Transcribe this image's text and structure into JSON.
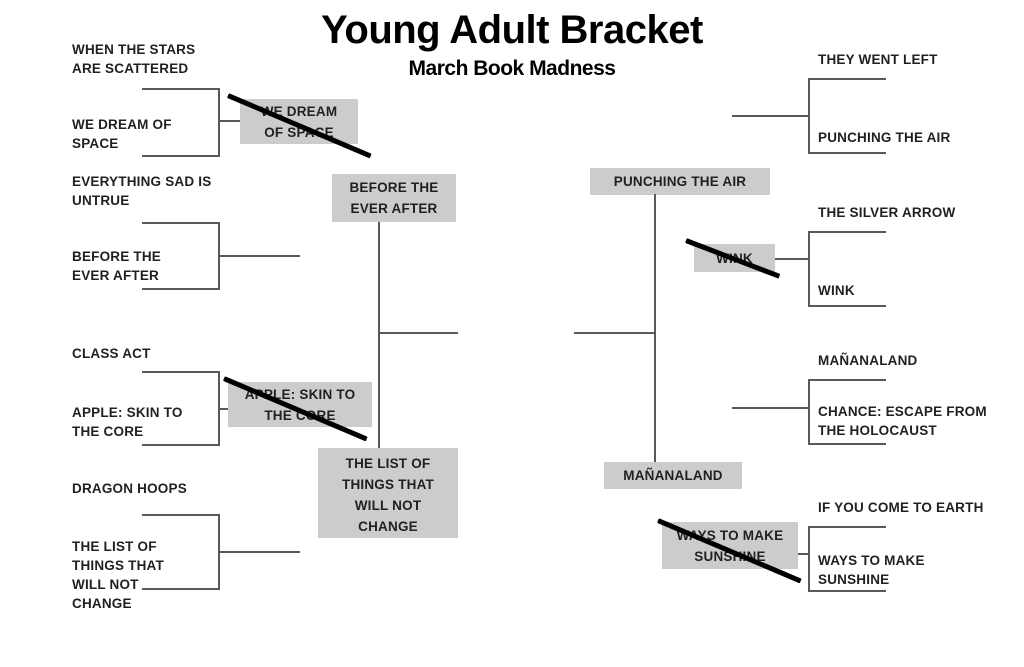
{
  "header": {
    "title": "Young Adult Bracket",
    "subtitle": "March Book Madness"
  },
  "colors": {
    "box_fill": "#cccccc",
    "line": "#58595b",
    "text": "#231f20",
    "strike": "#000000"
  },
  "bracket": {
    "left": {
      "round1": [
        {
          "top": "WHEN THE STARS\nARE SCATTERED",
          "bottom": "WE DREAM OF\nSPACE"
        },
        {
          "top": "EVERYTHING SAD IS\nUNTRUE",
          "bottom": "BEFORE THE\nEVER AFTER"
        },
        {
          "top": "CLASS ACT",
          "bottom": "APPLE: SKIN TO\nTHE CORE"
        },
        {
          "top": "DRAGON HOOPS",
          "bottom": "THE LIST OF\nTHINGS THAT\nWILL NOT\nCHANGE"
        }
      ],
      "round2": [
        {
          "label": "WE DREAM\nOF SPACE",
          "eliminated": true
        },
        {
          "label": "BEFORE THE\nEVER AFTER",
          "eliminated": false
        },
        {
          "label": "APPLE: SKIN TO\nTHE CORE",
          "eliminated": true
        },
        {
          "label": "THE LIST OF\nTHINGS THAT\nWILL NOT\nCHANGE",
          "eliminated": false
        }
      ],
      "round3": [
        {
          "label": "BEFORE THE\nEVER AFTER",
          "eliminated": false
        },
        {
          "label": "THE LIST OF\nTHINGS THAT\nWILL NOT\nCHANGE",
          "eliminated": false
        }
      ]
    },
    "right": {
      "round1": [
        {
          "top": "THEY WENT LEFT",
          "bottom": "PUNCHING THE AIR"
        },
        {
          "top": "THE SILVER ARROW",
          "bottom": "WINK"
        },
        {
          "top": "MAÑANALAND",
          "bottom": "CHANCE: ESCAPE FROM\nTHE HOLOCAUST"
        },
        {
          "top": "IF YOU COME TO EARTH",
          "bottom": "WAYS TO MAKE\nSUNSHINE"
        }
      ],
      "round2": [
        {
          "label": "PUNCHING THE AIR",
          "eliminated": false
        },
        {
          "label": "WINK",
          "eliminated": true
        },
        {
          "label": "MAÑANALAND",
          "eliminated": false
        },
        {
          "label": "WAYS TO MAKE\nSUNSHINE",
          "eliminated": true
        }
      ],
      "round3": [
        {
          "label": "PUNCHING THE AIR",
          "eliminated": false
        },
        {
          "label": "MAÑANALAND",
          "eliminated": false
        }
      ]
    }
  }
}
